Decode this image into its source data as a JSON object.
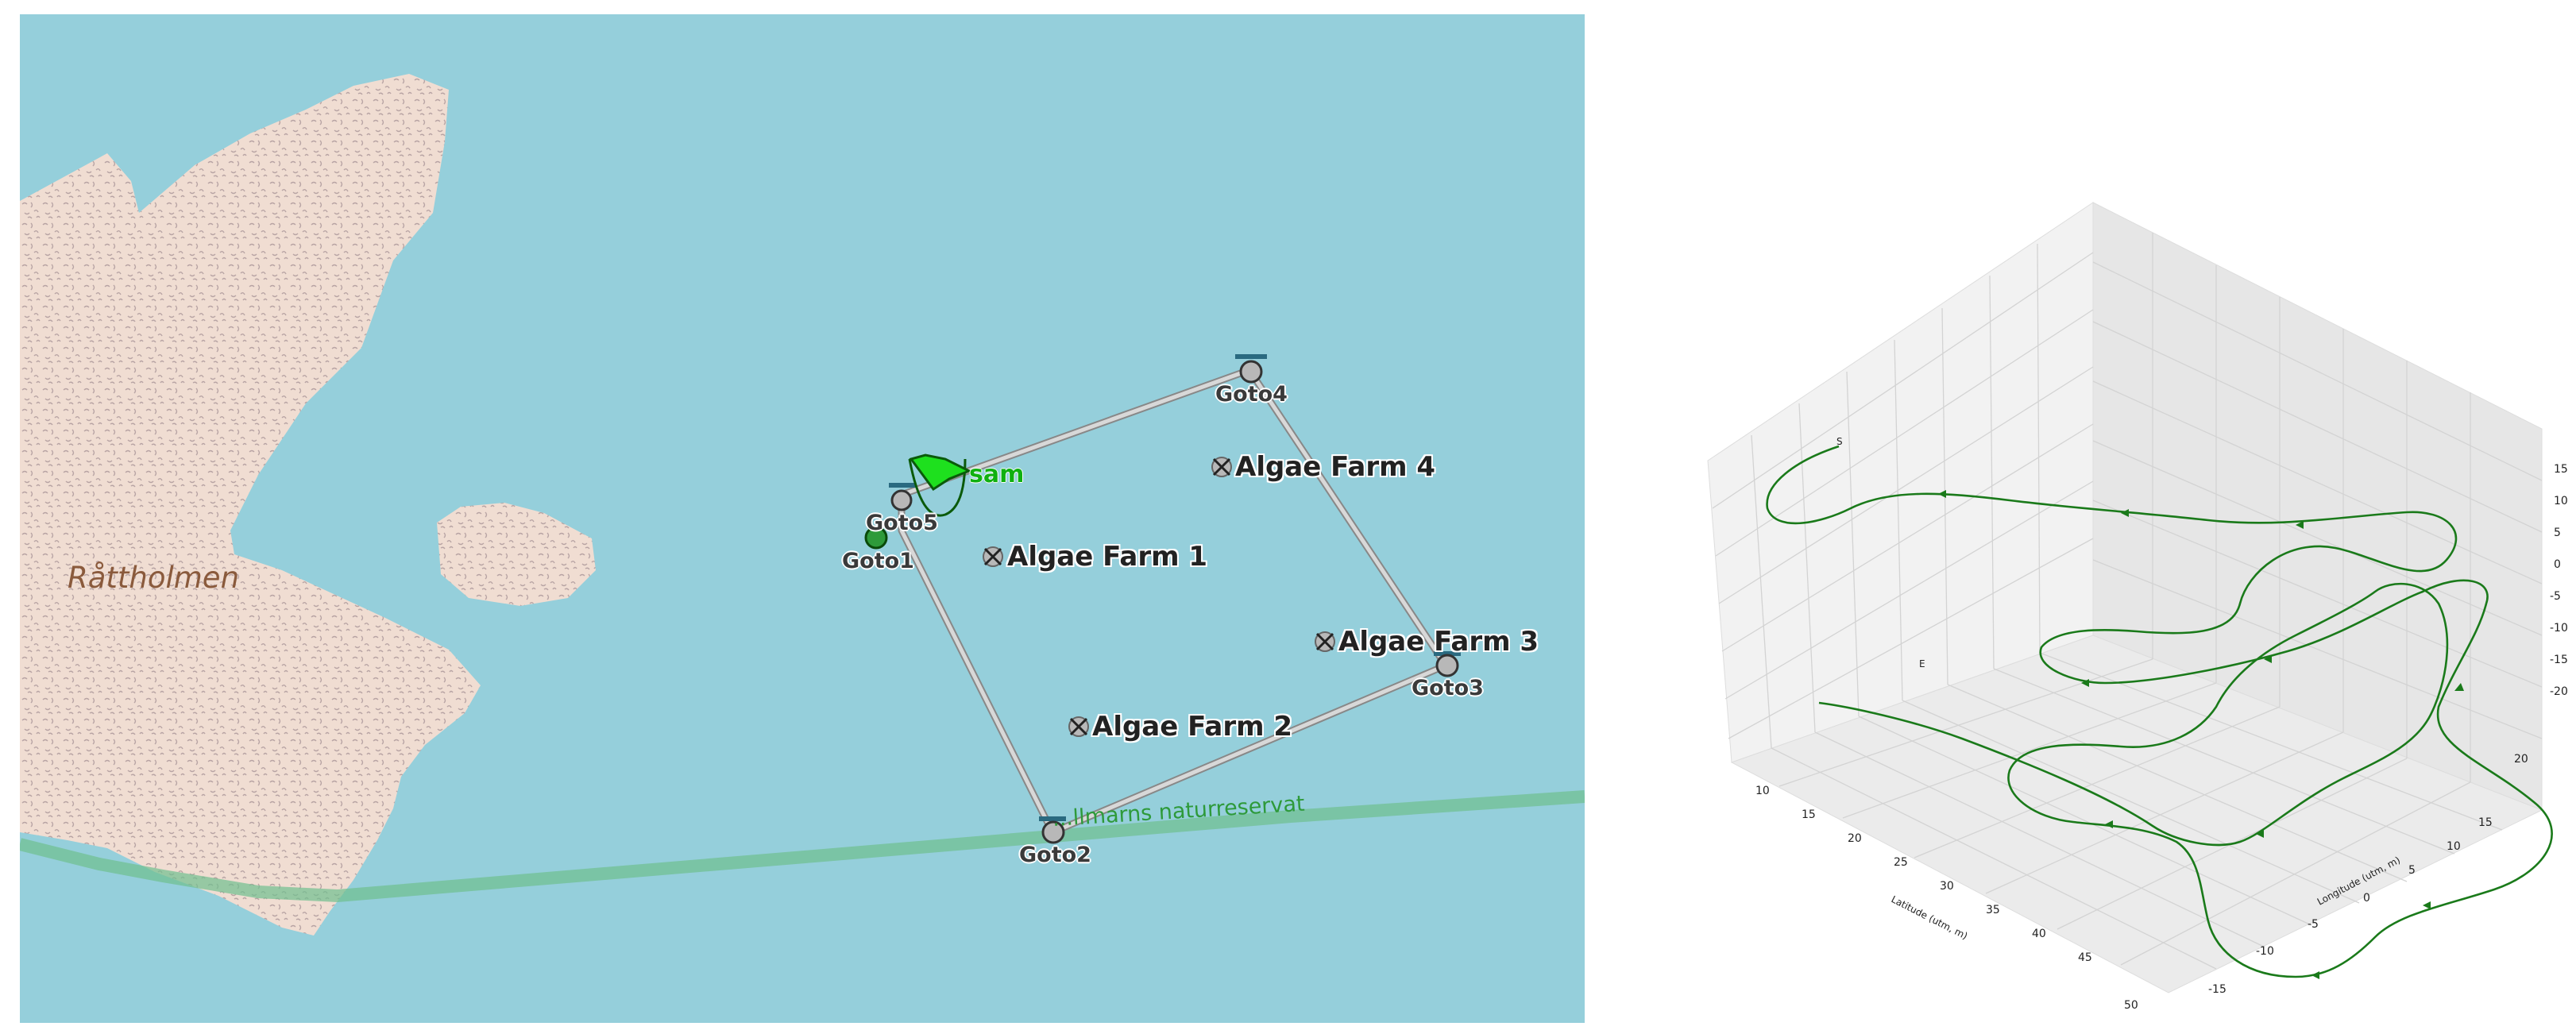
{
  "map": {
    "island_name": "Råttholmen",
    "vehicle_name": "sam",
    "reserve_name": "...llmarns naturreservat",
    "waypoints": [
      {
        "id": "goto1",
        "label": "Goto1"
      },
      {
        "id": "goto2",
        "label": "Goto2"
      },
      {
        "id": "goto3",
        "label": "Goto3"
      },
      {
        "id": "goto4",
        "label": "Goto4"
      },
      {
        "id": "goto5",
        "label": "Goto5"
      }
    ],
    "farms": [
      {
        "id": "farm1",
        "label": "Algae Farm 1"
      },
      {
        "id": "farm2",
        "label": "Algae Farm 2"
      },
      {
        "id": "farm3",
        "label": "Algae Farm 3"
      },
      {
        "id": "farm4",
        "label": "Algae Farm 4"
      }
    ],
    "colors": {
      "water": "#95cfdb",
      "land": "#f0ddd2",
      "vehicle": "#1ee01e",
      "route": "#c8c8c8",
      "reserve": "#6fbf8f"
    }
  },
  "plot": {
    "start_marker": "S",
    "end_marker": "E",
    "xlabel": "Latitude (utm, m)",
    "ylabel": "Longitude (utm, m)",
    "x_ticks": [
      "10",
      "15",
      "20",
      "25",
      "30",
      "35",
      "40",
      "45",
      "50"
    ],
    "y_ticks": [
      "-15",
      "-10",
      "-5",
      "0",
      "5",
      "10",
      "15",
      "20"
    ],
    "z_ticks": [
      "15",
      "10",
      "5",
      "0",
      "-5",
      "-10",
      "-15",
      "-20"
    ],
    "line_color": "#1a7a1a"
  }
}
